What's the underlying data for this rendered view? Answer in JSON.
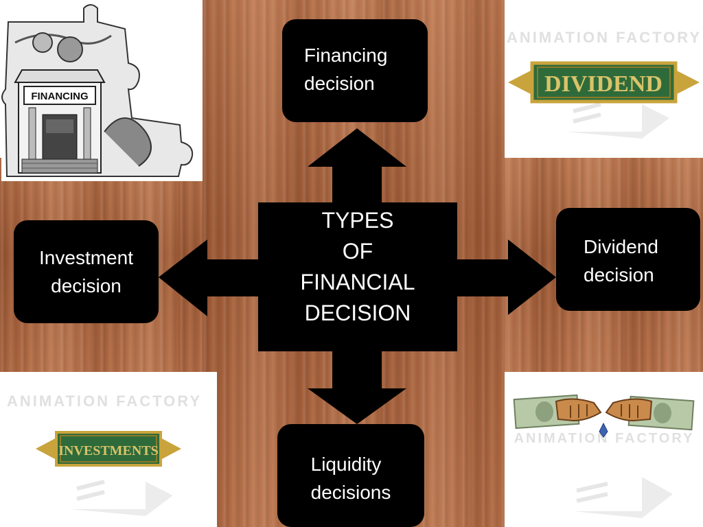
{
  "center": {
    "lines": [
      "TYPES",
      "OF",
      "FINANCIAL",
      "DECISION"
    ]
  },
  "nodes": {
    "financing": [
      "Financing",
      "decision"
    ],
    "dividend": [
      "Dividend",
      "decision"
    ],
    "investment": [
      "Investment",
      "decision"
    ],
    "liquidity": [
      "Liquidity",
      "decisions"
    ]
  },
  "images": {
    "financing": {
      "sign_text": "FINANCING"
    },
    "dividend": {
      "logo_text": "DIVIDEND",
      "watermark_text": "ANIMATION FACTORY"
    },
    "investments": {
      "logo_text": "INVESTMENTS",
      "watermark_text": "ANIMATION FACTORY"
    },
    "handshake": {
      "watermark_text": "ANIMATION FACTORY"
    }
  },
  "colors": {
    "box": "#000000",
    "box_text": "#ffffff",
    "wood": "#a8643c",
    "logo_green": "#2f6b3a",
    "logo_gold": "#c9a43c"
  }
}
